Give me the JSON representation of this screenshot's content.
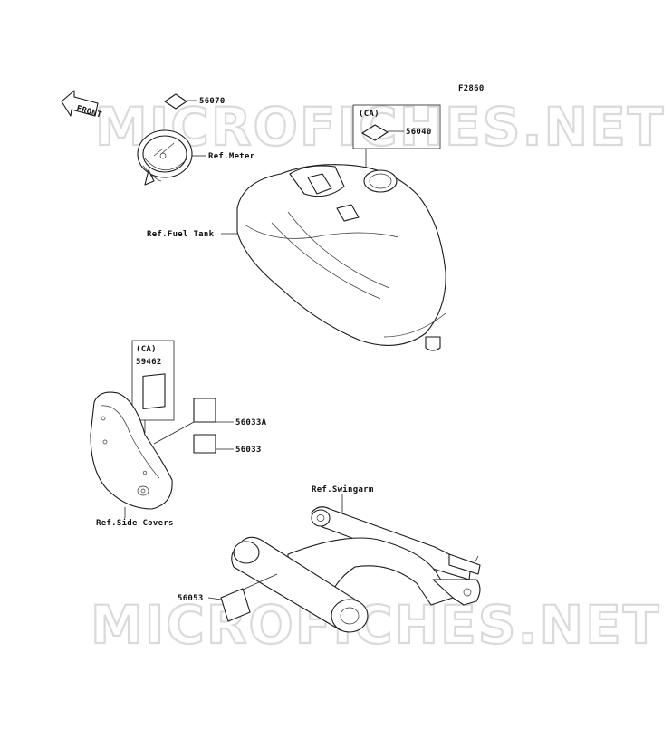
{
  "diagram": {
    "figure_code": "F2860",
    "front_arrow": "FRONT",
    "watermark": "MICROFICHES.NET",
    "labels": {
      "p56070": "56070",
      "ref_meter": "Ref.Meter",
      "ca_56040": "(CA)",
      "p56040": "56040",
      "ref_fuel_tank": "Ref.Fuel Tank",
      "ca_59462": "(CA)",
      "p59462": "59462",
      "p56033a": "56033A",
      "p56033": "56033",
      "ref_side_covers": "Ref.Side Covers",
      "ref_swingarm": "Ref.Swingarm",
      "p56053": "56053"
    }
  }
}
